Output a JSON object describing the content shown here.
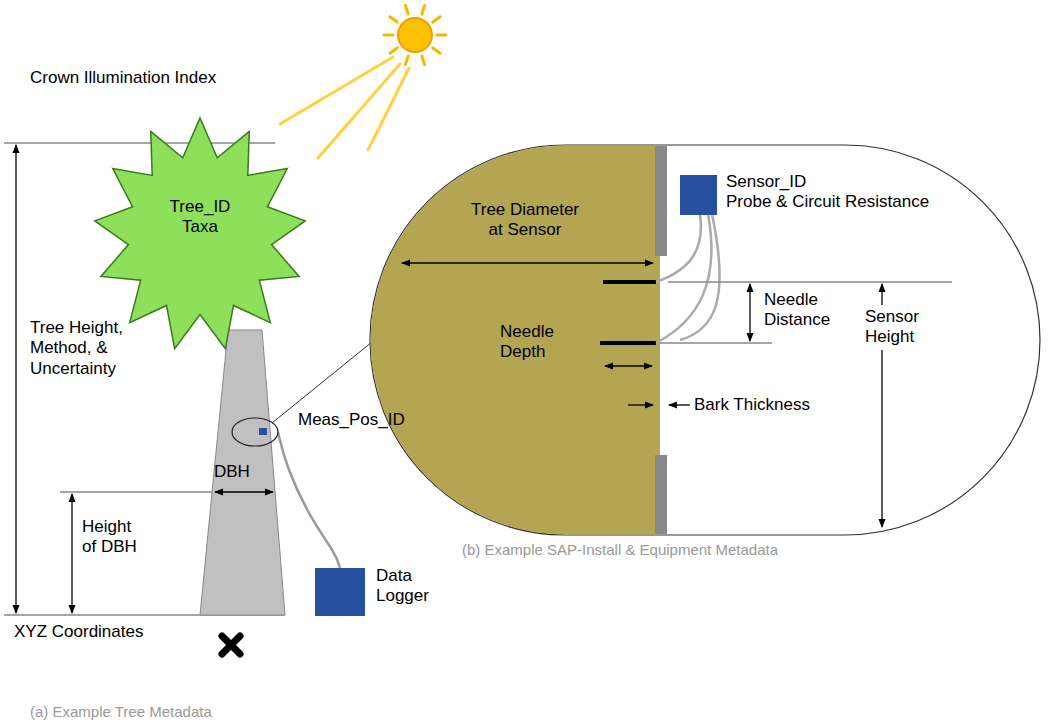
{
  "diagram": {
    "nodes": [
      {
        "text": [
          "Tree_ID",
          "Taxa"
        ]
      },
      {
        "text": [
          "Meas_Pos_ID"
        ]
      },
      {
        "text": [
          "Data Logger"
        ]
      },
      {
        "text": [
          "Sensor_ID",
          "Probe & Circuit Resistance"
        ]
      }
    ],
    "edges": [
      {
        "from": 1,
        "to": 2,
        "arrow": "none"
      }
    ],
    "labels": [
      "Crown Illumination Index",
      "Tree Height, Method, & Uncertainty",
      "DBH",
      "Height of DBH",
      "XYZ Coordinates",
      "Tree Diameter at Sensor",
      "Needle Distance",
      "Needle Depth",
      "Sensor Height",
      "Bark Thickness",
      "(a) Example Tree Metadata",
      "(b) Example SAP-Install & Equipment Metadata"
    ]
  }
}
